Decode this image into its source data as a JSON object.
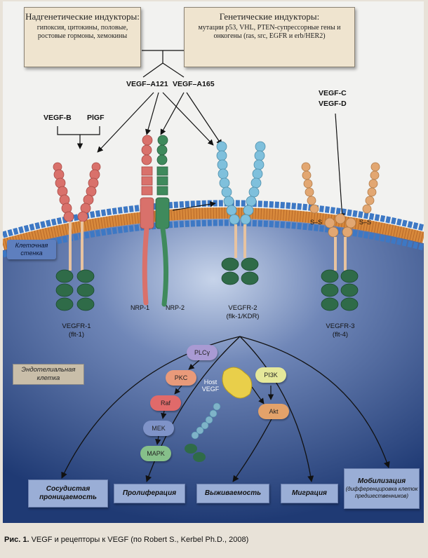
{
  "inducers": {
    "epigenetic": {
      "title": "Надгенетические индукторы:",
      "text": "гипоксия, цитокины, половые, ростовые гормоны, хемокины"
    },
    "genetic": {
      "title": "Генетические индукторы:",
      "text": "мутации p53, VHL, PTEN-супрессорные гены и онкогены (ras, src, EGFR и erb/HER2)"
    }
  },
  "ligands": {
    "vegf_b": "VEGF-B",
    "pigf": "PlGF",
    "vegf_a121": "VEGF–A121",
    "vegf_a165": "VEGF–A165",
    "vegf_c": "VEGF-C",
    "vegf_d": "VEGF-D"
  },
  "membrane_label": "Клеточная стенка",
  "cell_label": "Эндотелиальная клетка",
  "receptors": {
    "vegfr1": {
      "name": "VEGFR-1",
      "alias": "(flt-1)"
    },
    "nrp1": "NRP-1",
    "nrp2": "NRP-2",
    "vegfr2": {
      "name": "VEGFR-2",
      "alias": "(flk-1/KDR)"
    },
    "vegfr3": {
      "name": "VEGFR-3",
      "alias": "(flt-4)"
    },
    "ss_left": "S–S",
    "ss_right": "S–S"
  },
  "pathway": {
    "plcg": "PLCγ",
    "pkc": "PKC",
    "raf": "Raf",
    "mek": "MEK",
    "mapk": "MAPK",
    "pi3k": "PI3K",
    "akt": "Akt",
    "host_vegf": "Host VEGF"
  },
  "outcomes": {
    "permeability": "Сосудистая проницаемость",
    "proliferation": "Пролиферация",
    "survival": "Выживаемость",
    "migration": "Миграция",
    "mobilization": "Мобилизация",
    "mobilization_sub": "(дифференцировка клеток предшественников)"
  },
  "caption": {
    "prefix": "Рис. 1.",
    "text": "VEGF и рецепторы к VEGF (по Robert S., Kerbel Ph.D., 2008)"
  },
  "colors": {
    "vegfr1": "#d9716b",
    "nrp1": "#d9716b",
    "nrp2": "#3f8a5c",
    "vegfr2": "#7fc0dc",
    "vegfr3": "#e2a772",
    "kinase": "#2f6b48",
    "membrane_outer": "#3d78c4",
    "membrane_core": "#d8893b",
    "cytoplasm": "#1e3d78",
    "outcome_box": "#9aaed6"
  }
}
